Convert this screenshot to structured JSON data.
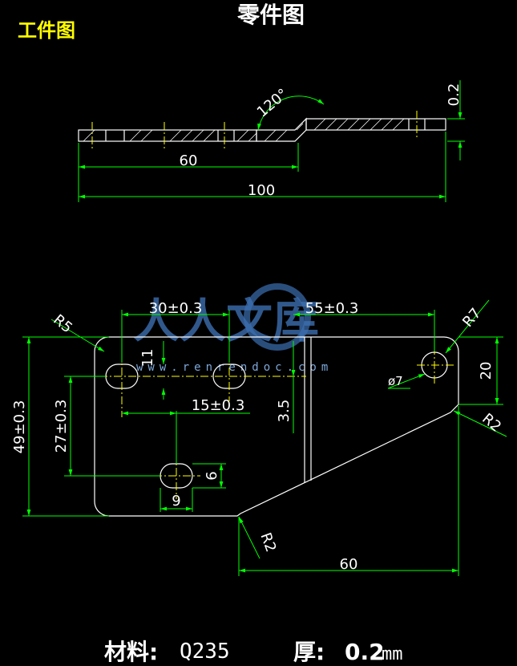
{
  "header": {
    "title": "零件图",
    "tag": "工件图"
  },
  "side_view": {
    "angle": "120°",
    "thickness": "0.2",
    "dim_bend": "60",
    "dim_total": "100"
  },
  "plan_view": {
    "r_top_left": "R5",
    "r_top_right": "R7",
    "r_right_notch": "R2",
    "r_bottom_notch": "R2",
    "dim_slot_pitch": "30±0.3",
    "dim_hole_offset": "55±0.3",
    "dim_slot_height": "11",
    "dim_center_offset": "15±0.3",
    "dim_bend_offset": "3.5",
    "dim_overall_height": "49±0.3",
    "dim_lower_slot": "27±0.3",
    "dim_slot_width": "9",
    "dim_slot_small": "6",
    "dim_hole_dia": "ø7",
    "dim_hole_height": "20",
    "dim_bottom": "60"
  },
  "footer": {
    "material_label": "材料:",
    "material_value": "Q235",
    "thickness_label": "厚:",
    "thickness_value": "0.2",
    "thickness_unit": "mm"
  },
  "watermark": {
    "text": "人人文库",
    "url": "www.renrendoc.com"
  }
}
